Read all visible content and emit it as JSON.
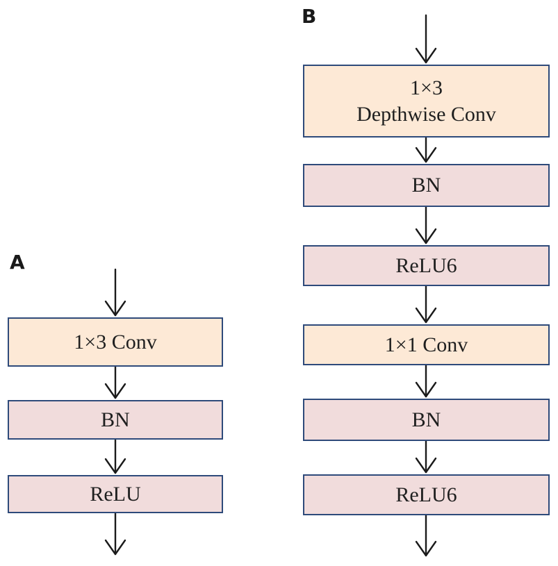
{
  "panel_a": {
    "label": "A",
    "blocks": [
      {
        "text": "1×3 Conv",
        "kind": "conv"
      },
      {
        "text": "BN",
        "kind": "norm"
      },
      {
        "text": "ReLU",
        "kind": "norm"
      }
    ]
  },
  "panel_b": {
    "label": "B",
    "blocks": [
      {
        "line1": "1×3",
        "line2": "Depthwise Conv",
        "kind": "conv"
      },
      {
        "text": "BN",
        "kind": "norm"
      },
      {
        "text": "ReLU6",
        "kind": "norm"
      },
      {
        "text": "1×1 Conv",
        "kind": "conv"
      },
      {
        "text": "BN",
        "kind": "norm"
      },
      {
        "text": "ReLU6",
        "kind": "norm"
      }
    ]
  },
  "colors": {
    "conv_fill": "#fde9d6",
    "norm_fill": "#f1dcdc",
    "border": "#2e4a7a",
    "arrow": "#1a1a1a"
  }
}
